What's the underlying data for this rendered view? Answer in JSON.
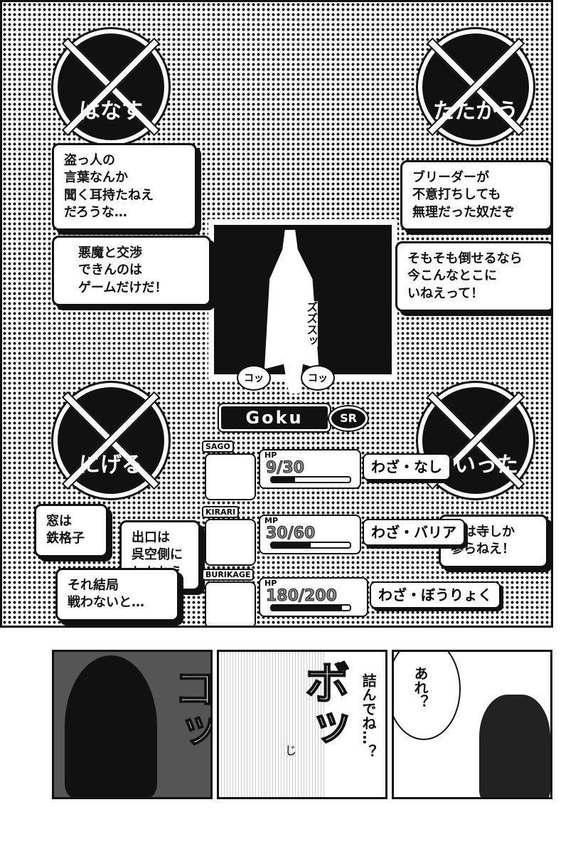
{
  "top_panel": {
    "commands": [
      {
        "label": "はなす",
        "icon": "talk-icon",
        "crossed": true
      },
      {
        "label": "たたかう",
        "icon": "fight-icon",
        "crossed": true
      },
      {
        "label": "にげる",
        "icon": "run-icon",
        "crossed": true
      },
      {
        "label": "まいった",
        "icon": "surrender-icon",
        "crossed": true
      }
    ],
    "bubbles_talk": [
      "盗っ人の\n言葉なんか\n聞く耳持たねえ\nだろうな…",
      "悪魔と交渉\nできんのは\nゲームだけだ！"
    ],
    "bubbles_fight": [
      "ブリーダーが\n不意打ちしても\n無理だった奴だぞ",
      "そもそも倒せるなら\n今こんなとこに\nいねえって！"
    ],
    "bubbles_run": [
      "窓は\n鉄格子",
      "出口は\n呉空側に\nしかねえ",
      "それ結局\n戦わないと…"
    ],
    "bubbles_surrender": [
      "俺は寺しか\n参らねえ！"
    ],
    "sfx": {
      "walk_left": "コッ",
      "walk_right": "コッ",
      "figure": "ズズスッ"
    },
    "enemy": {
      "name": "Goku",
      "rank": "SR"
    },
    "party": [
      {
        "name": "SAGO",
        "stat_type": "HP",
        "current": 9,
        "max": 30,
        "value": "9/30",
        "skill": "わざ・なし"
      },
      {
        "name": "KIRARI",
        "stat_type": "MP",
        "current": 30,
        "max": 60,
        "value": "30/60",
        "skill": "わざ・バリア"
      },
      {
        "name": "BURIKAGE",
        "stat_type": "HP",
        "current": 180,
        "max": 200,
        "value": "180/200",
        "skill": "わざ・ぼうりょく"
      }
    ]
  },
  "bottom_panels": {
    "left": {
      "sfx": "コッ"
    },
    "middle": {
      "sfx": "ボッ",
      "dialogue": "詰んでね…？",
      "small_sfx": "じ"
    },
    "right": {
      "dialogue": "あれ？"
    }
  }
}
